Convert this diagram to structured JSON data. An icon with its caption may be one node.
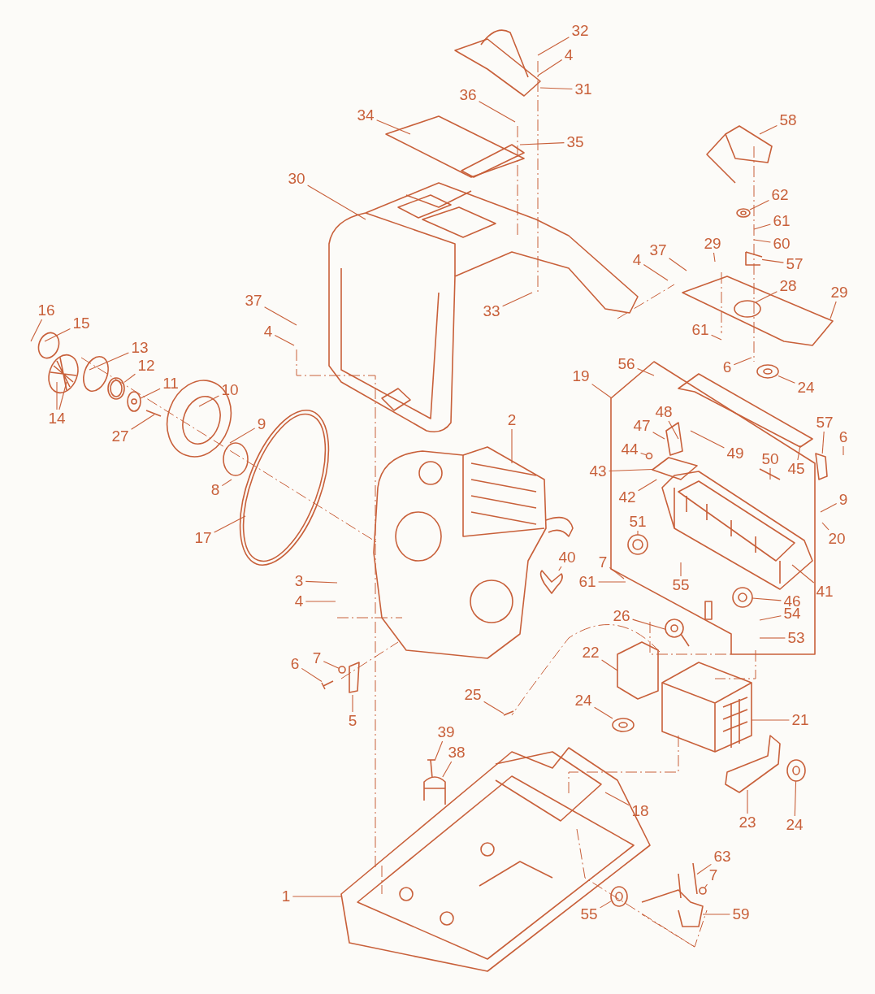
{
  "diagram": {
    "nodes": [
      {
        "text": [
          "32"
        ]
      },
      {
        "text": [
          "4"
        ]
      },
      {
        "text": [
          "31"
        ]
      },
      {
        "text": [
          "36"
        ]
      },
      {
        "text": [
          "34"
        ]
      },
      {
        "text": [
          "35"
        ]
      },
      {
        "text": [
          "58"
        ]
      },
      {
        "text": [
          "30"
        ]
      },
      {
        "text": [
          "62"
        ]
      },
      {
        "text": [
          "61"
        ]
      },
      {
        "text": [
          "60"
        ]
      },
      {
        "text": [
          "29"
        ]
      },
      {
        "text": [
          "37"
        ]
      },
      {
        "text": [
          "57"
        ]
      },
      {
        "text": [
          "4"
        ]
      },
      {
        "text": [
          "28"
        ]
      },
      {
        "text": [
          "29"
        ]
      },
      {
        "text": [
          "16"
        ]
      },
      {
        "text": [
          "37"
        ]
      },
      {
        "text": [
          "33"
        ]
      },
      {
        "text": [
          "15"
        ]
      },
      {
        "text": [
          "4"
        ]
      },
      {
        "text": [
          "13"
        ]
      },
      {
        "text": [
          "61"
        ]
      },
      {
        "text": [
          "12"
        ]
      },
      {
        "text": [
          "6"
        ]
      },
      {
        "text": [
          "24"
        ]
      },
      {
        "text": [
          "11"
        ]
      },
      {
        "text": [
          "56"
        ]
      },
      {
        "text": [
          "19"
        ]
      },
      {
        "text": [
          "10"
        ]
      },
      {
        "text": [
          "14"
        ]
      },
      {
        "text": [
          "27"
        ]
      },
      {
        "text": [
          "2"
        ]
      },
      {
        "text": [
          "9"
        ]
      },
      {
        "text": [
          "48"
        ]
      },
      {
        "text": [
          "47"
        ]
      },
      {
        "text": [
          "49"
        ]
      },
      {
        "text": [
          "57"
        ]
      },
      {
        "text": [
          "6"
        ]
      },
      {
        "text": [
          "45"
        ]
      },
      {
        "text": [
          "44"
        ]
      },
      {
        "text": [
          "43"
        ]
      },
      {
        "text": [
          "50"
        ]
      },
      {
        "text": [
          "42"
        ]
      },
      {
        "text": [
          "8"
        ]
      },
      {
        "text": [
          "9"
        ]
      },
      {
        "text": [
          "51"
        ]
      },
      {
        "text": [
          "17"
        ]
      },
      {
        "text": [
          "20"
        ]
      },
      {
        "text": [
          "40"
        ]
      },
      {
        "text": [
          "7"
        ]
      },
      {
        "text": [
          "61"
        ]
      },
      {
        "text": [
          "55"
        ]
      },
      {
        "text": [
          "3"
        ]
      },
      {
        "text": [
          "41"
        ]
      },
      {
        "text": [
          "46"
        ]
      },
      {
        "text": [
          "4"
        ]
      },
      {
        "text": [
          "54"
        ]
      },
      {
        "text": [
          "26"
        ]
      },
      {
        "text": [
          "53"
        ]
      },
      {
        "text": [
          "22"
        ]
      },
      {
        "text": [
          "6"
        ]
      },
      {
        "text": [
          "7"
        ]
      },
      {
        "text": [
          "5"
        ]
      },
      {
        "text": [
          "21"
        ]
      },
      {
        "text": [
          "24"
        ]
      },
      {
        "text": [
          "25"
        ]
      },
      {
        "text": [
          "39"
        ]
      },
      {
        "text": [
          "38"
        ]
      },
      {
        "text": [
          "18"
        ]
      },
      {
        "text": [
          "23"
        ]
      },
      {
        "text": [
          "24"
        ]
      },
      {
        "text": [
          "63"
        ]
      },
      {
        "text": [
          "7"
        ]
      },
      {
        "text": [
          "1"
        ]
      },
      {
        "text": [
          "55"
        ]
      },
      {
        "text": [
          "59"
        ]
      },
      {
        "text": [],
        "shape": "picture"
      },
      {
        "text": [],
        "shape": "picture"
      },
      {
        "text": [],
        "shape": "picture"
      },
      {
        "text": [],
        "shape": "picture"
      },
      {
        "text": [],
        "shape": "picture"
      },
      {
        "text": [],
        "shape": "picture"
      },
      {
        "text": [],
        "shape": "picture"
      },
      {
        "text": [],
        "shape": "picture"
      },
      {
        "text": [],
        "shape": "picture"
      },
      {
        "text": [],
        "shape": "picture"
      },
      {
        "text": [],
        "shape": "picture"
      },
      {
        "text": [],
        "shape": "picture"
      },
      {
        "text": [],
        "shape": "picture"
      },
      {
        "text": [],
        "shape": "picture"
      },
      {
        "text": [],
        "shape": "picture"
      },
      {
        "text": [],
        "shape": "picture"
      },
      {
        "text": [],
        "shape": "picture"
      },
      {
        "text": [],
        "shape": "picture"
      },
      {
        "text": [],
        "shape": "picture"
      },
      {
        "text": [],
        "shape": "picture"
      },
      {
        "text": [],
        "shape": "circle"
      },
      {
        "text": [],
        "shape": "circle"
      },
      {
        "text": [],
        "shape": "circle"
      }
    ],
    "edges": [
      {
        "from": 0,
        "to": null,
        "arrow": "none"
      },
      {
        "from": 1,
        "to": null,
        "arrow": "none"
      },
      {
        "from": 2,
        "to": null,
        "arrow": "none"
      },
      {
        "from": 3,
        "to": null,
        "arrow": "none"
      },
      {
        "from": 4,
        "to": null,
        "arrow": "none"
      },
      {
        "from": 5,
        "to": null,
        "arrow": "none"
      },
      {
        "from": 6,
        "to": null,
        "arrow": "none"
      },
      {
        "from": 7,
        "to": null,
        "arrow": "none"
      },
      {
        "from": 8,
        "to": 78,
        "arrow": "none"
      },
      {
        "from": 9,
        "to": null,
        "arrow": "none"
      },
      {
        "from": 10,
        "to": null,
        "arrow": "none"
      },
      {
        "from": 11,
        "to": null,
        "arrow": "none"
      },
      {
        "from": 12,
        "to": null,
        "arrow": "none"
      },
      {
        "from": 13,
        "to": 79,
        "arrow": "none"
      },
      {
        "from": 14,
        "to": null,
        "arrow": "none"
      },
      {
        "from": 15,
        "to": null,
        "arrow": "none"
      },
      {
        "from": 16,
        "to": null,
        "arrow": "none"
      },
      {
        "from": 17,
        "to": null,
        "arrow": "none"
      },
      {
        "from": 18,
        "to": null,
        "arrow": "none"
      },
      {
        "from": 19,
        "to": null,
        "arrow": "none"
      },
      {
        "from": 20,
        "to": null,
        "arrow": "none"
      },
      {
        "from": 21,
        "to": null,
        "arrow": "none"
      },
      {
        "from": 22,
        "to": null,
        "arrow": "none"
      },
      {
        "from": 23,
        "to": null,
        "arrow": "none"
      },
      {
        "from": 24,
        "to": 80,
        "arrow": "none"
      },
      {
        "from": 25,
        "to": null,
        "arrow": "none"
      },
      {
        "from": 26,
        "to": 81,
        "arrow": "none"
      },
      {
        "from": 27,
        "to": 82,
        "arrow": "none"
      },
      {
        "from": 28,
        "to": null,
        "arrow": "none"
      },
      {
        "from": 29,
        "to": null,
        "arrow": "none"
      },
      {
        "from": 30,
        "to": null,
        "arrow": "none"
      },
      {
        "from": 31,
        "to": null,
        "arrow": "none"
      },
      {
        "from": 31,
        "to": null,
        "arrow": "none"
      },
      {
        "from": 32,
        "to": null,
        "arrow": "none"
      },
      {
        "from": 33,
        "to": null,
        "arrow": "none"
      },
      {
        "from": 34,
        "to": null,
        "arrow": "none"
      },
      {
        "from": 35,
        "to": null,
        "arrow": "none"
      },
      {
        "from": 36,
        "to": null,
        "arrow": "none"
      },
      {
        "from": 37,
        "to": null,
        "arrow": "none"
      },
      {
        "from": 38,
        "to": 83,
        "arrow": "none"
      },
      {
        "from": 39,
        "to": null,
        "arrow": "none"
      },
      {
        "from": 40,
        "to": 84,
        "arrow": "none"
      },
      {
        "from": 41,
        "to": 100,
        "arrow": "none"
      },
      {
        "from": 42,
        "to": 97,
        "arrow": "none"
      },
      {
        "from": 43,
        "to": null,
        "arrow": "none"
      },
      {
        "from": 44,
        "to": 97,
        "arrow": "none"
      },
      {
        "from": 45,
        "to": null,
        "arrow": "none"
      },
      {
        "from": 46,
        "to": null,
        "arrow": "none"
      },
      {
        "from": 47,
        "to": 85,
        "arrow": "none"
      },
      {
        "from": 48,
        "to": null,
        "arrow": "none"
      },
      {
        "from": 49,
        "to": null,
        "arrow": "none"
      },
      {
        "from": 50,
        "to": 86,
        "arrow": "none"
      },
      {
        "from": 51,
        "to": null,
        "arrow": "none"
      },
      {
        "from": 52,
        "to": null,
        "arrow": "none"
      },
      {
        "from": 53,
        "to": null,
        "arrow": "none"
      },
      {
        "from": 54,
        "to": null,
        "arrow": "none"
      },
      {
        "from": 55,
        "to": 87,
        "arrow": "none"
      },
      {
        "from": 56,
        "to": 88,
        "arrow": "none"
      },
      {
        "from": 57,
        "to": null,
        "arrow": "none"
      },
      {
        "from": 58,
        "to": null,
        "arrow": "none"
      },
      {
        "from": 59,
        "to": 89,
        "arrow": "none"
      },
      {
        "from": 60,
        "to": null,
        "arrow": "none"
      },
      {
        "from": 61,
        "to": null,
        "arrow": "none"
      },
      {
        "from": 62,
        "to": 90,
        "arrow": "none"
      },
      {
        "from": 63,
        "to": 98,
        "arrow": "none"
      },
      {
        "from": 64,
        "to": null,
        "arrow": "none"
      },
      {
        "from": 65,
        "to": null,
        "arrow": "none"
      },
      {
        "from": 66,
        "to": 91,
        "arrow": "none"
      },
      {
        "from": 67,
        "to": null,
        "arrow": "none"
      },
      {
        "from": 68,
        "to": 92,
        "arrow": "none"
      },
      {
        "from": 69,
        "to": 93,
        "arrow": "none"
      },
      {
        "from": 70,
        "to": null,
        "arrow": "none"
      },
      {
        "from": 71,
        "to": null,
        "arrow": "none"
      },
      {
        "from": 72,
        "to": 94,
        "arrow": "none"
      },
      {
        "from": 73,
        "to": 95,
        "arrow": "none"
      },
      {
        "from": 74,
        "to": 99,
        "arrow": "none"
      },
      {
        "from": 75,
        "to": null,
        "arrow": "none"
      },
      {
        "from": 76,
        "to": 96,
        "arrow": "none"
      },
      {
        "from": 77,
        "to": null,
        "arrow": "none"
      }
    ]
  }
}
